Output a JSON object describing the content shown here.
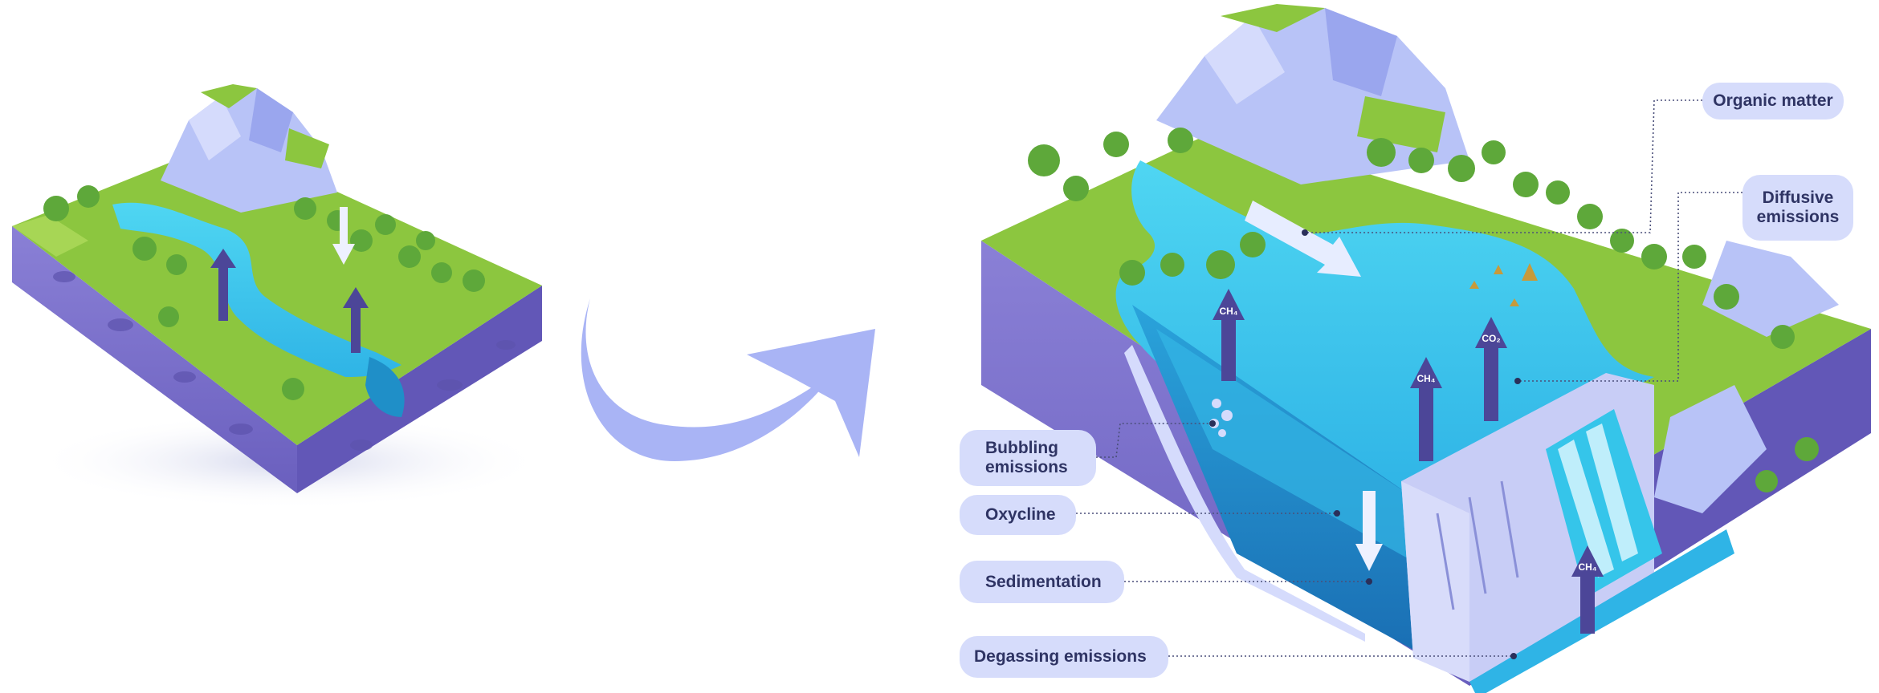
{
  "colors": {
    "grass": "#8cc63f",
    "grass_dark": "#5ea83a",
    "rock": "#b8c3f7",
    "soil": "#7a70c8",
    "soil_dark": "#5e54ad",
    "water": "#35c5ea",
    "water_deep": "#1f8fc8",
    "arrow_purple": "#4c4698",
    "curved_arrow": "#a9b4f5",
    "callout_bg": "#d6dcfb",
    "callout_text": "#2f3464",
    "dam": "#c8cdf6"
  },
  "icons": [
    "tree-icon",
    "rock-icon",
    "gas-arrow-icon",
    "flow-arrow-icon",
    "curved-transition-arrow-icon",
    "bubble-icon",
    "dam-icon"
  ],
  "diagram": {
    "gas_labels": {
      "ch4": "CH₄",
      "co2": "CO₂"
    },
    "callouts": {
      "organic_matter": "Organic matter",
      "diffusive_emissions": "Diffusive emissions",
      "bubbling_emissions": "Bubbling emissions",
      "oxycline": "Oxycline",
      "sedimentation": "Sedimentation",
      "degassing_emissions": "Degassing emissions"
    }
  }
}
